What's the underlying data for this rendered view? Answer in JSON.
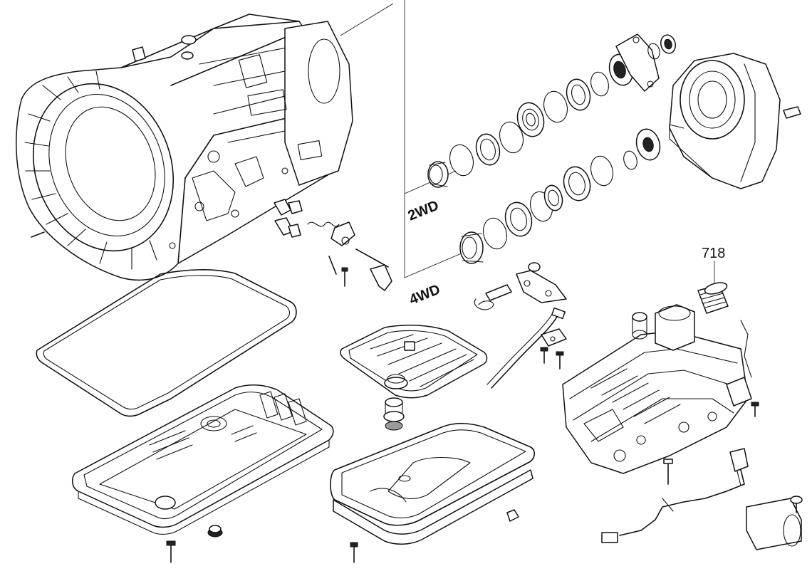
{
  "labels": {
    "part_number": "718",
    "drive_2wd": "2WD",
    "drive_4wd": "4WD"
  },
  "colors": {
    "line": "#111111",
    "background": "#ffffff",
    "shade": "#9a9a9a"
  }
}
